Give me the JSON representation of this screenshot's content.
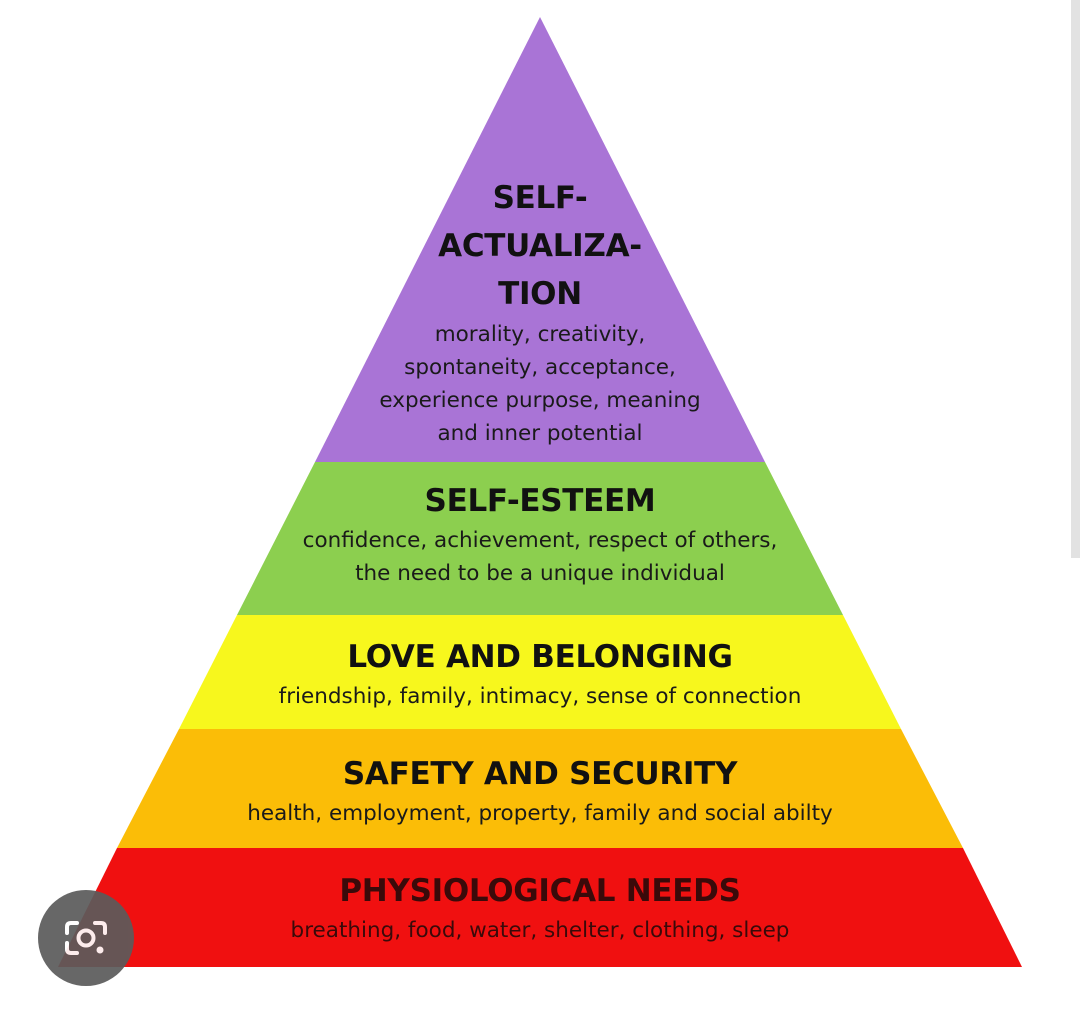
{
  "pyramid": {
    "levels": [
      {
        "id": "self-actualization",
        "title": "SELF-\nACTUALIZA-\nTION",
        "description": "morality, creativity,\nspontaneity, acceptance,\nexperience purpose, meaning\nand inner potential",
        "color": "#a974d6"
      },
      {
        "id": "self-esteem",
        "title": "SELF-ESTEEM",
        "description": "confidence, achievement, respect of others,\nthe need to be a unique individual",
        "color": "#8ccf4f"
      },
      {
        "id": "love-and-belonging",
        "title": "LOVE AND BELONGING",
        "description": "friendship, family, intimacy, sense of connection",
        "color": "#f7f71d"
      },
      {
        "id": "safety-and-security",
        "title": "SAFETY AND SECURITY",
        "description": "health, employment, property, family and social abilty",
        "color": "#fbbd07"
      },
      {
        "id": "physiological-needs",
        "title": "PHYSIOLOGICAL NEEDS",
        "description": "breathing, food, water, shelter, clothing, sleep",
        "color": "#f01010"
      }
    ]
  },
  "overlay": {
    "lens_icon": "google-lens-icon",
    "lens_button_color": "#5b5b5b"
  }
}
